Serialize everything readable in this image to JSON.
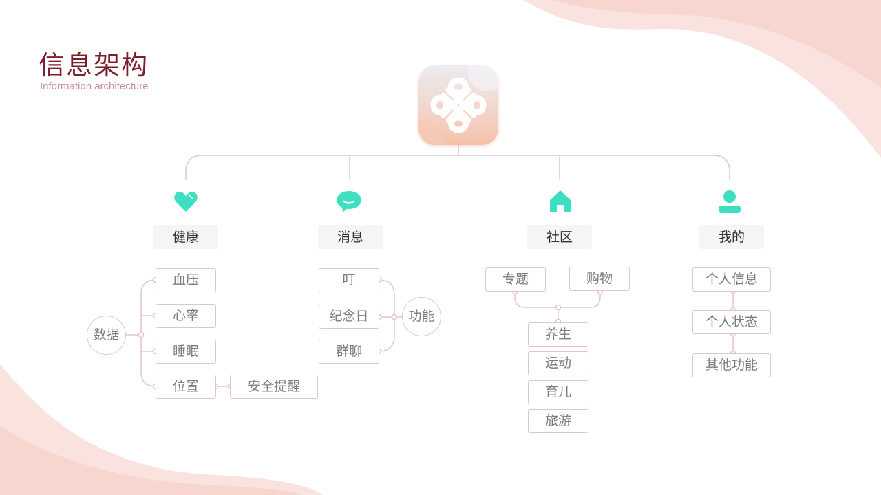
{
  "header": {
    "title": "信息架构",
    "subtitle": "Information architecture"
  },
  "app_icon": {
    "name": "app-logo-knot-icon"
  },
  "colors": {
    "title": "#7a1f2b",
    "subtitle": "#c98a97",
    "icon_accent": "#3ddfc0",
    "connector": "#e2c5cb",
    "node_text": "#7d7d7d",
    "wave_light": "#fae3df",
    "wave_dark": "#f7d6d0"
  },
  "categories": [
    {
      "label": "健康",
      "icon": "heart-icon",
      "hub": "数据",
      "items": [
        "血压",
        "心率",
        "睡眠",
        "位置"
      ],
      "sub_item": "安全提醒"
    },
    {
      "label": "消息",
      "icon": "chat-bubble-icon",
      "hub": "功能",
      "items": [
        "叮",
        "纪念日",
        "群聊"
      ]
    },
    {
      "label": "社区",
      "icon": "home-icon",
      "top_items": [
        "专题",
        "购物"
      ],
      "items": [
        "养生",
        "运动",
        "育儿",
        "旅游"
      ]
    },
    {
      "label": "我的",
      "icon": "user-icon",
      "items": [
        "个人信息",
        "个人状态",
        "其他功能"
      ]
    }
  ]
}
